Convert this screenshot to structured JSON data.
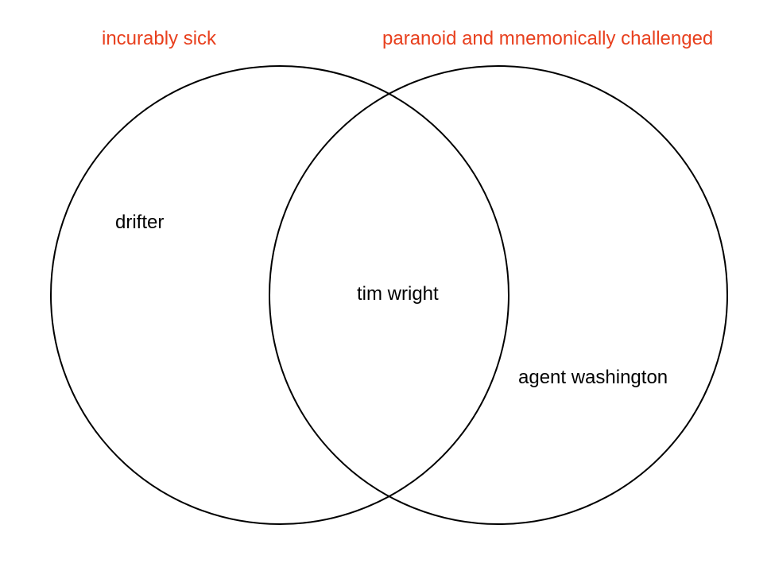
{
  "colors": {
    "set_label": "#e8401e",
    "outline": "#000000",
    "text": "#000000"
  },
  "sets": [
    {
      "label": "incurably sick"
    },
    {
      "label": "paranoid and mnemonically challenged"
    }
  ],
  "members": {
    "left_only": "drifter",
    "intersection": "tim wright",
    "right_only": "agent washington"
  }
}
